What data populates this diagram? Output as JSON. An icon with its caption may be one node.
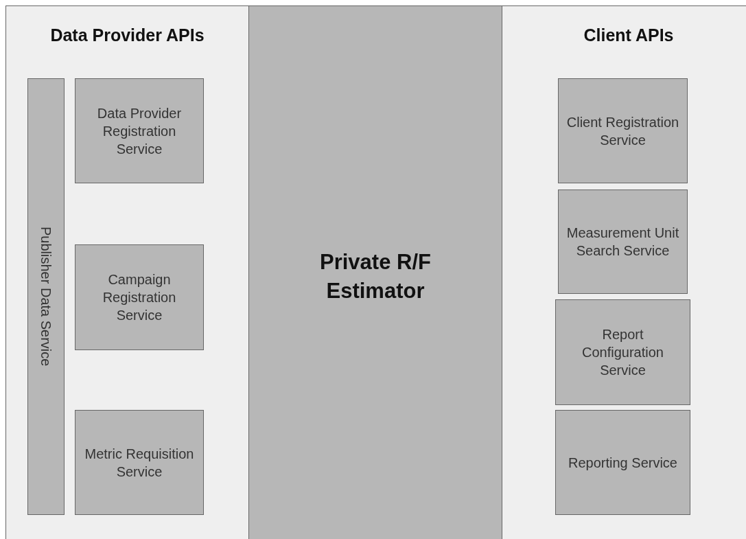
{
  "diagram": {
    "nodes": [
      {
        "text": [
          "Data Provider APIs"
        ]
      },
      {
        "text": [
          "Publisher Data Service"
        ],
        "in": 0
      },
      {
        "text": [
          "Data Provider Registration Service"
        ],
        "in": 0
      },
      {
        "text": [
          "Campaign Registration Service"
        ],
        "in": 0
      },
      {
        "text": [
          "Metric Requisition Service"
        ],
        "in": 0
      },
      {
        "text": [
          "Private R/F Estimator"
        ]
      },
      {
        "text": [
          "Client APIs"
        ]
      },
      {
        "text": [
          "Client Registration Service"
        ],
        "in": 6
      },
      {
        "text": [
          "Measurement Unit Search Service"
        ],
        "in": 6
      },
      {
        "text": [
          "Report Configuration Service"
        ],
        "in": 6
      },
      {
        "text": [
          "Reporting Service"
        ],
        "in": 6
      }
    ]
  }
}
